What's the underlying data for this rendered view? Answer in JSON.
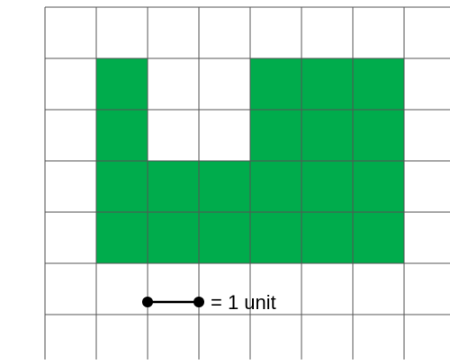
{
  "grid": {
    "columns": 8,
    "rows": 7,
    "line_color": "#555555"
  },
  "shape": {
    "fill_color": "#00ac4c",
    "cells": [
      [
        1,
        1
      ],
      [
        4,
        1
      ],
      [
        5,
        1
      ],
      [
        6,
        1
      ],
      [
        1,
        2
      ],
      [
        4,
        2
      ],
      [
        5,
        2
      ],
      [
        6,
        2
      ],
      [
        1,
        3
      ],
      [
        2,
        3
      ],
      [
        3,
        3
      ],
      [
        4,
        3
      ],
      [
        5,
        3
      ],
      [
        6,
        3
      ],
      [
        1,
        4
      ],
      [
        2,
        4
      ],
      [
        3,
        4
      ],
      [
        4,
        4
      ],
      [
        5,
        4
      ],
      [
        6,
        4
      ]
    ]
  },
  "scale": {
    "label": "= 1 unit",
    "line_color": "#000000",
    "unit_cells": 1
  }
}
